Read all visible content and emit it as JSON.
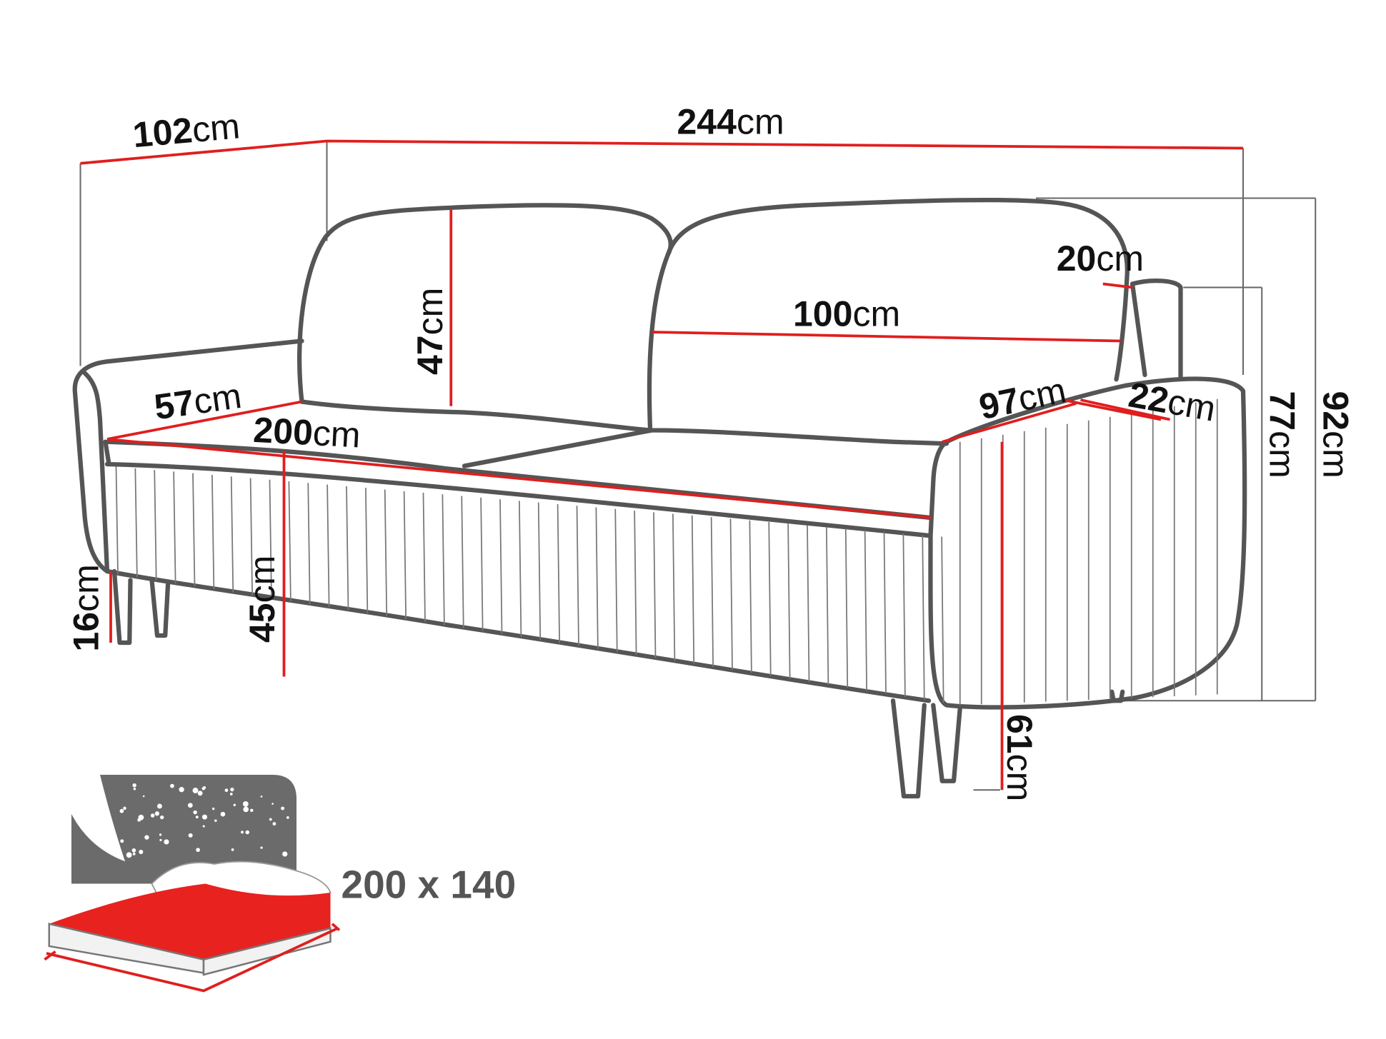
{
  "title": "Sofa dimensions diagram",
  "dimensions": {
    "depth": {
      "value": "102",
      "unit": "cm"
    },
    "width": {
      "value": "244",
      "unit": "cm"
    },
    "backrest_height": {
      "value": "47",
      "unit": "cm"
    },
    "cushion_width": {
      "value": "100",
      "unit": "cm"
    },
    "armrest_width": {
      "value": "20",
      "unit": "cm"
    },
    "seat_depth": {
      "value": "57",
      "unit": "cm"
    },
    "seat_width": {
      "value": "200",
      "unit": "cm"
    },
    "armrest_depth": {
      "value": "97",
      "unit": "cm"
    },
    "armrest_top": {
      "value": "22",
      "unit": "cm"
    },
    "armrest_height": {
      "value": "77",
      "unit": "cm"
    },
    "total_height": {
      "value": "92",
      "unit": "cm"
    },
    "leg_height": {
      "value": "16",
      "unit": "cm"
    },
    "seat_height": {
      "value": "45",
      "unit": "cm"
    },
    "armrest_side_height": {
      "value": "61",
      "unit": "cm"
    }
  },
  "bed": {
    "size_label": "200 x 140"
  },
  "colors": {
    "dimension_line": "#e01e1e",
    "outline": "#555555",
    "bed_sheet": "#e8221f",
    "night_sky": "#6b6b6b"
  }
}
